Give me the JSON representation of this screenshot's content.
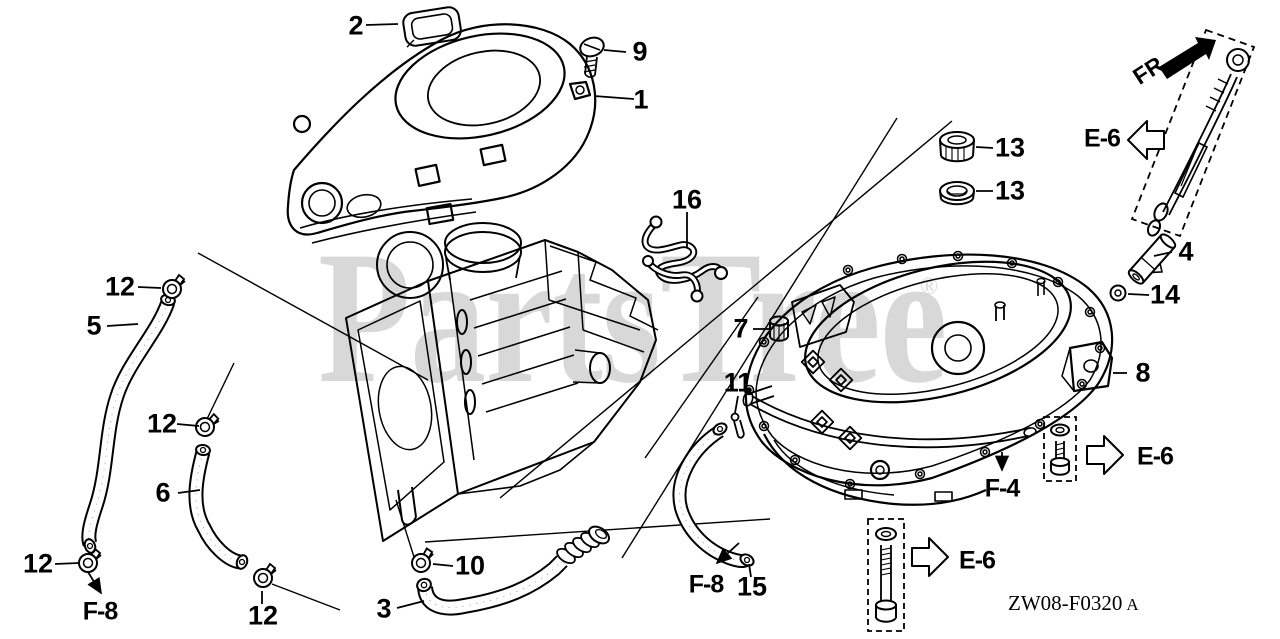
{
  "watermark": {
    "text": "PartsTree",
    "reg": "®",
    "color": "#d8d8d8"
  },
  "part_code": {
    "text": "ZW08-F0320",
    "suffix": "A"
  },
  "orientation": {
    "label": "FR."
  },
  "callouts": [
    {
      "n": "2"
    },
    {
      "n": "9"
    },
    {
      "n": "1"
    },
    {
      "n": "12"
    },
    {
      "n": "5"
    },
    {
      "n": "16"
    },
    {
      "n": "13"
    },
    {
      "n": "13"
    },
    {
      "n": "7"
    },
    {
      "n": "11"
    },
    {
      "n": "12"
    },
    {
      "n": "6"
    },
    {
      "n": "12"
    },
    {
      "n": "12"
    },
    {
      "n": "10"
    },
    {
      "n": "3"
    },
    {
      "n": "4"
    },
    {
      "n": "14"
    },
    {
      "n": "8"
    },
    {
      "n": "15"
    }
  ],
  "refs": [
    {
      "label": "E-6"
    },
    {
      "label": "E-6"
    },
    {
      "label": "E-6"
    },
    {
      "label": "F-4"
    },
    {
      "label": "F-8"
    },
    {
      "label": "F-8"
    }
  ]
}
